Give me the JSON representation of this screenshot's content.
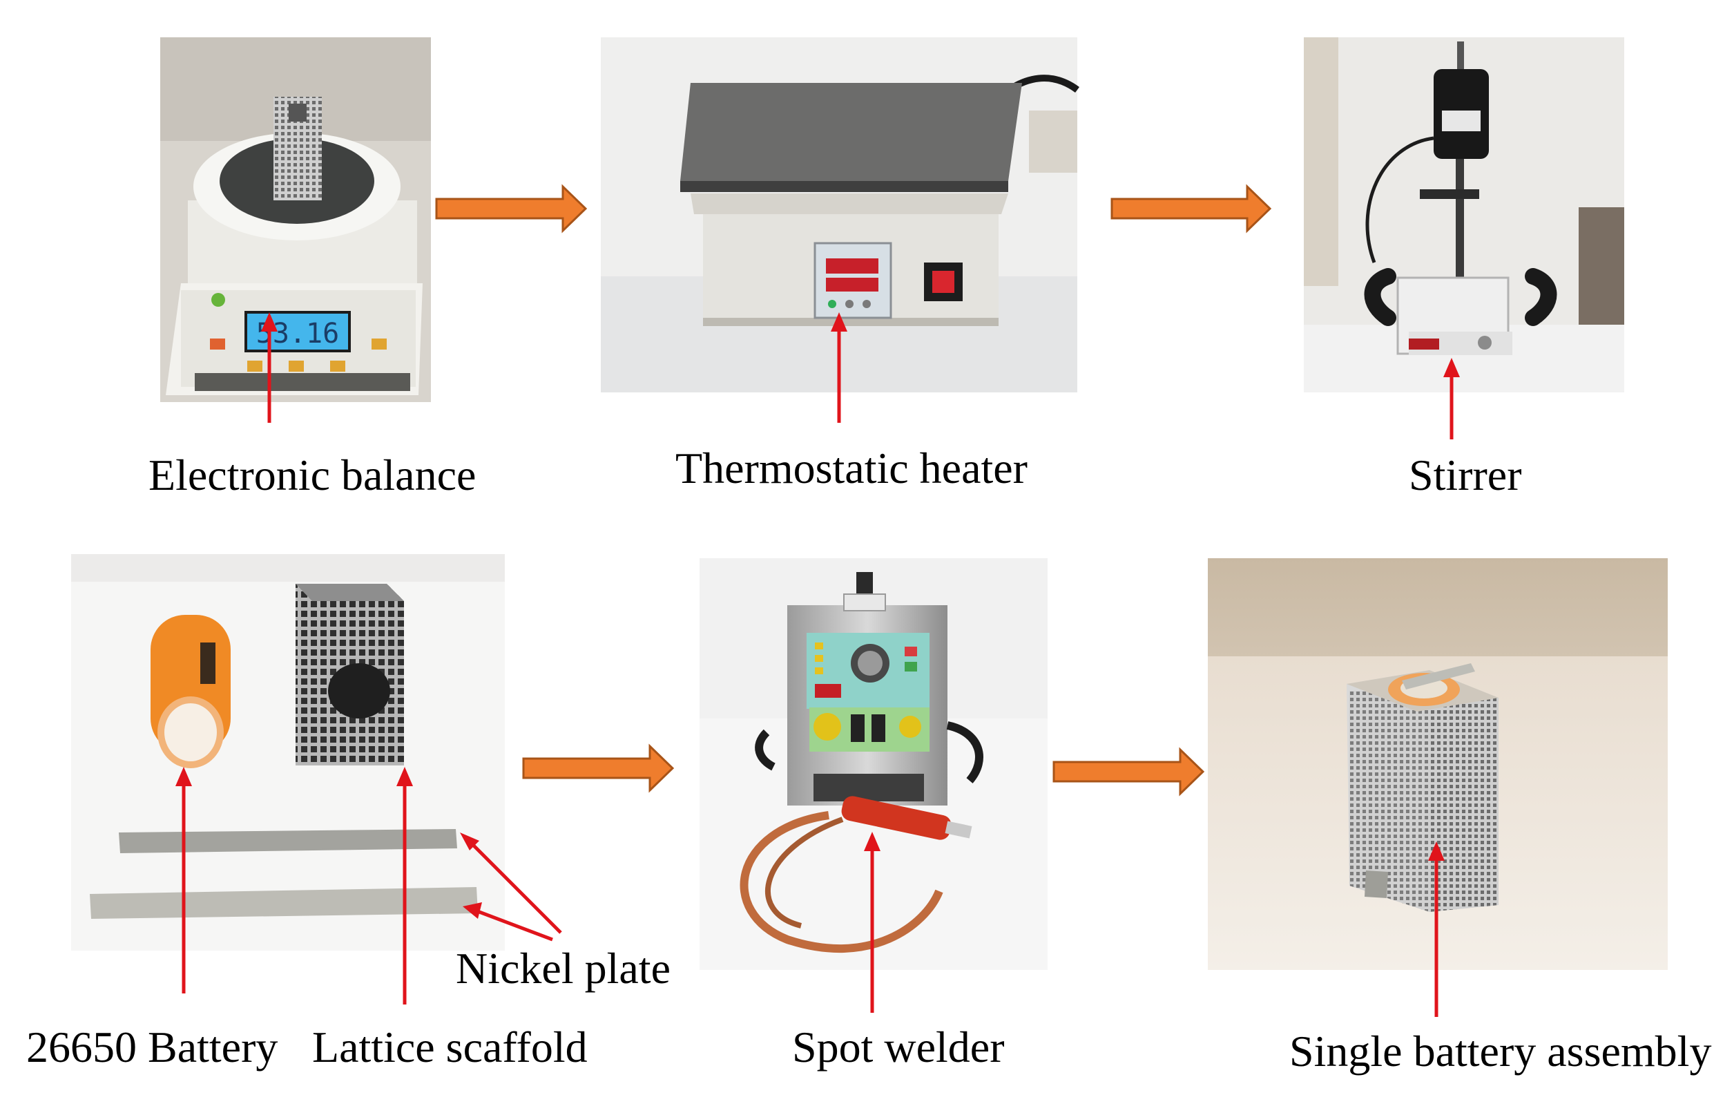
{
  "colors": {
    "flow_arrow_fill": "#ef7d2d",
    "flow_arrow_stroke": "#a85418",
    "pointer_red": "#e0141b",
    "orange_body": "#f0831f",
    "background": "#ffffff"
  },
  "display": {
    "reading": "53.16"
  },
  "labels": {
    "electronic_balance": "Electronic balance",
    "thermostatic_heater": "Thermostatic heater",
    "stirrer": "Stirrer",
    "battery_26650": "26650 Battery",
    "lattice_scaffold": "Lattice scaffold",
    "nickel_plate": "Nickel plate",
    "spot_welder": "Spot welder",
    "single_battery_assembly": "Single battery assembly"
  }
}
